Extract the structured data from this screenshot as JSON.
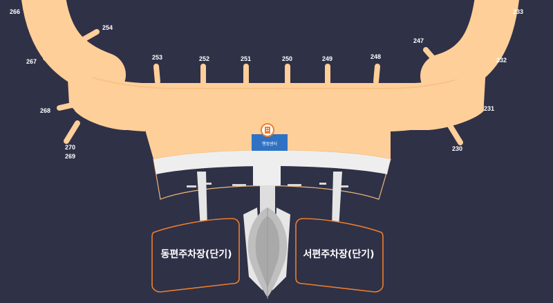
{
  "colors": {
    "background": "#2f3147",
    "terminal": "#ffcf99",
    "terminal_edge": "#f0b878",
    "road": "#eeeeee",
    "road_edge": "#b8b8c0",
    "parking_fill": "#2f3147",
    "parking_outline": "#f07e2a",
    "poi_badge": "#2f72c4",
    "poi_marker": "#f07e2a"
  },
  "gates": {
    "g266": "266",
    "g254": "254",
    "g267": "267",
    "g268": "268",
    "g270": "270",
    "g269": "269",
    "g253": "253",
    "g252": "252",
    "g251": "251",
    "g250": "250",
    "g249": "249",
    "g248": "248",
    "g247": "247",
    "g233": "233",
    "g232": "232",
    "g231": "231",
    "g230": "230"
  },
  "poi": {
    "label": "행정센터",
    "icon": "building-icon"
  },
  "parking": {
    "east": "동편주차장(단기)",
    "west": "서편주차장(단기)"
  }
}
